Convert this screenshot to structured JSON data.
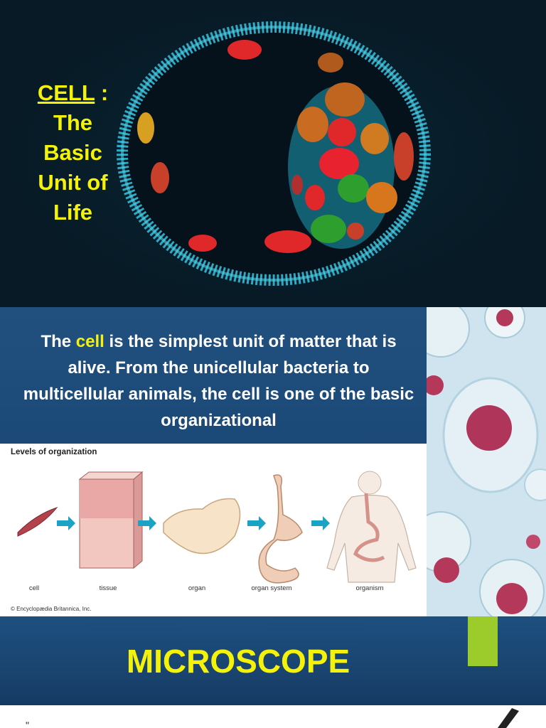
{
  "slide1": {
    "title_cell": "CELL",
    "title_colon": " :",
    "title_lines": [
      "The",
      "Basic",
      "Unit of",
      "Life"
    ]
  },
  "slide2": {
    "para_prefix": "The ",
    "para_highlight": "cell",
    "para_rest": " is the simplest unit of matter that is alive. From the unicellular bacteria to multicellular animals, the cell is one of the basic organizational",
    "levels": {
      "title": "Levels of organization",
      "labels": [
        "cell",
        "tissue",
        "organ",
        "organ system",
        "organism"
      ],
      "credit": "© Encyclopædia Britannica, Inc."
    }
  },
  "slide3": {
    "heading": "MICROSCOPE"
  },
  "slide4": {
    "quote_start": "\""
  },
  "colors": {
    "accent_yellow": "#f5f20a",
    "slide_blue": "#1d4f7f",
    "green_bar": "#9ccc2c",
    "dark_bg": "#071a26"
  }
}
